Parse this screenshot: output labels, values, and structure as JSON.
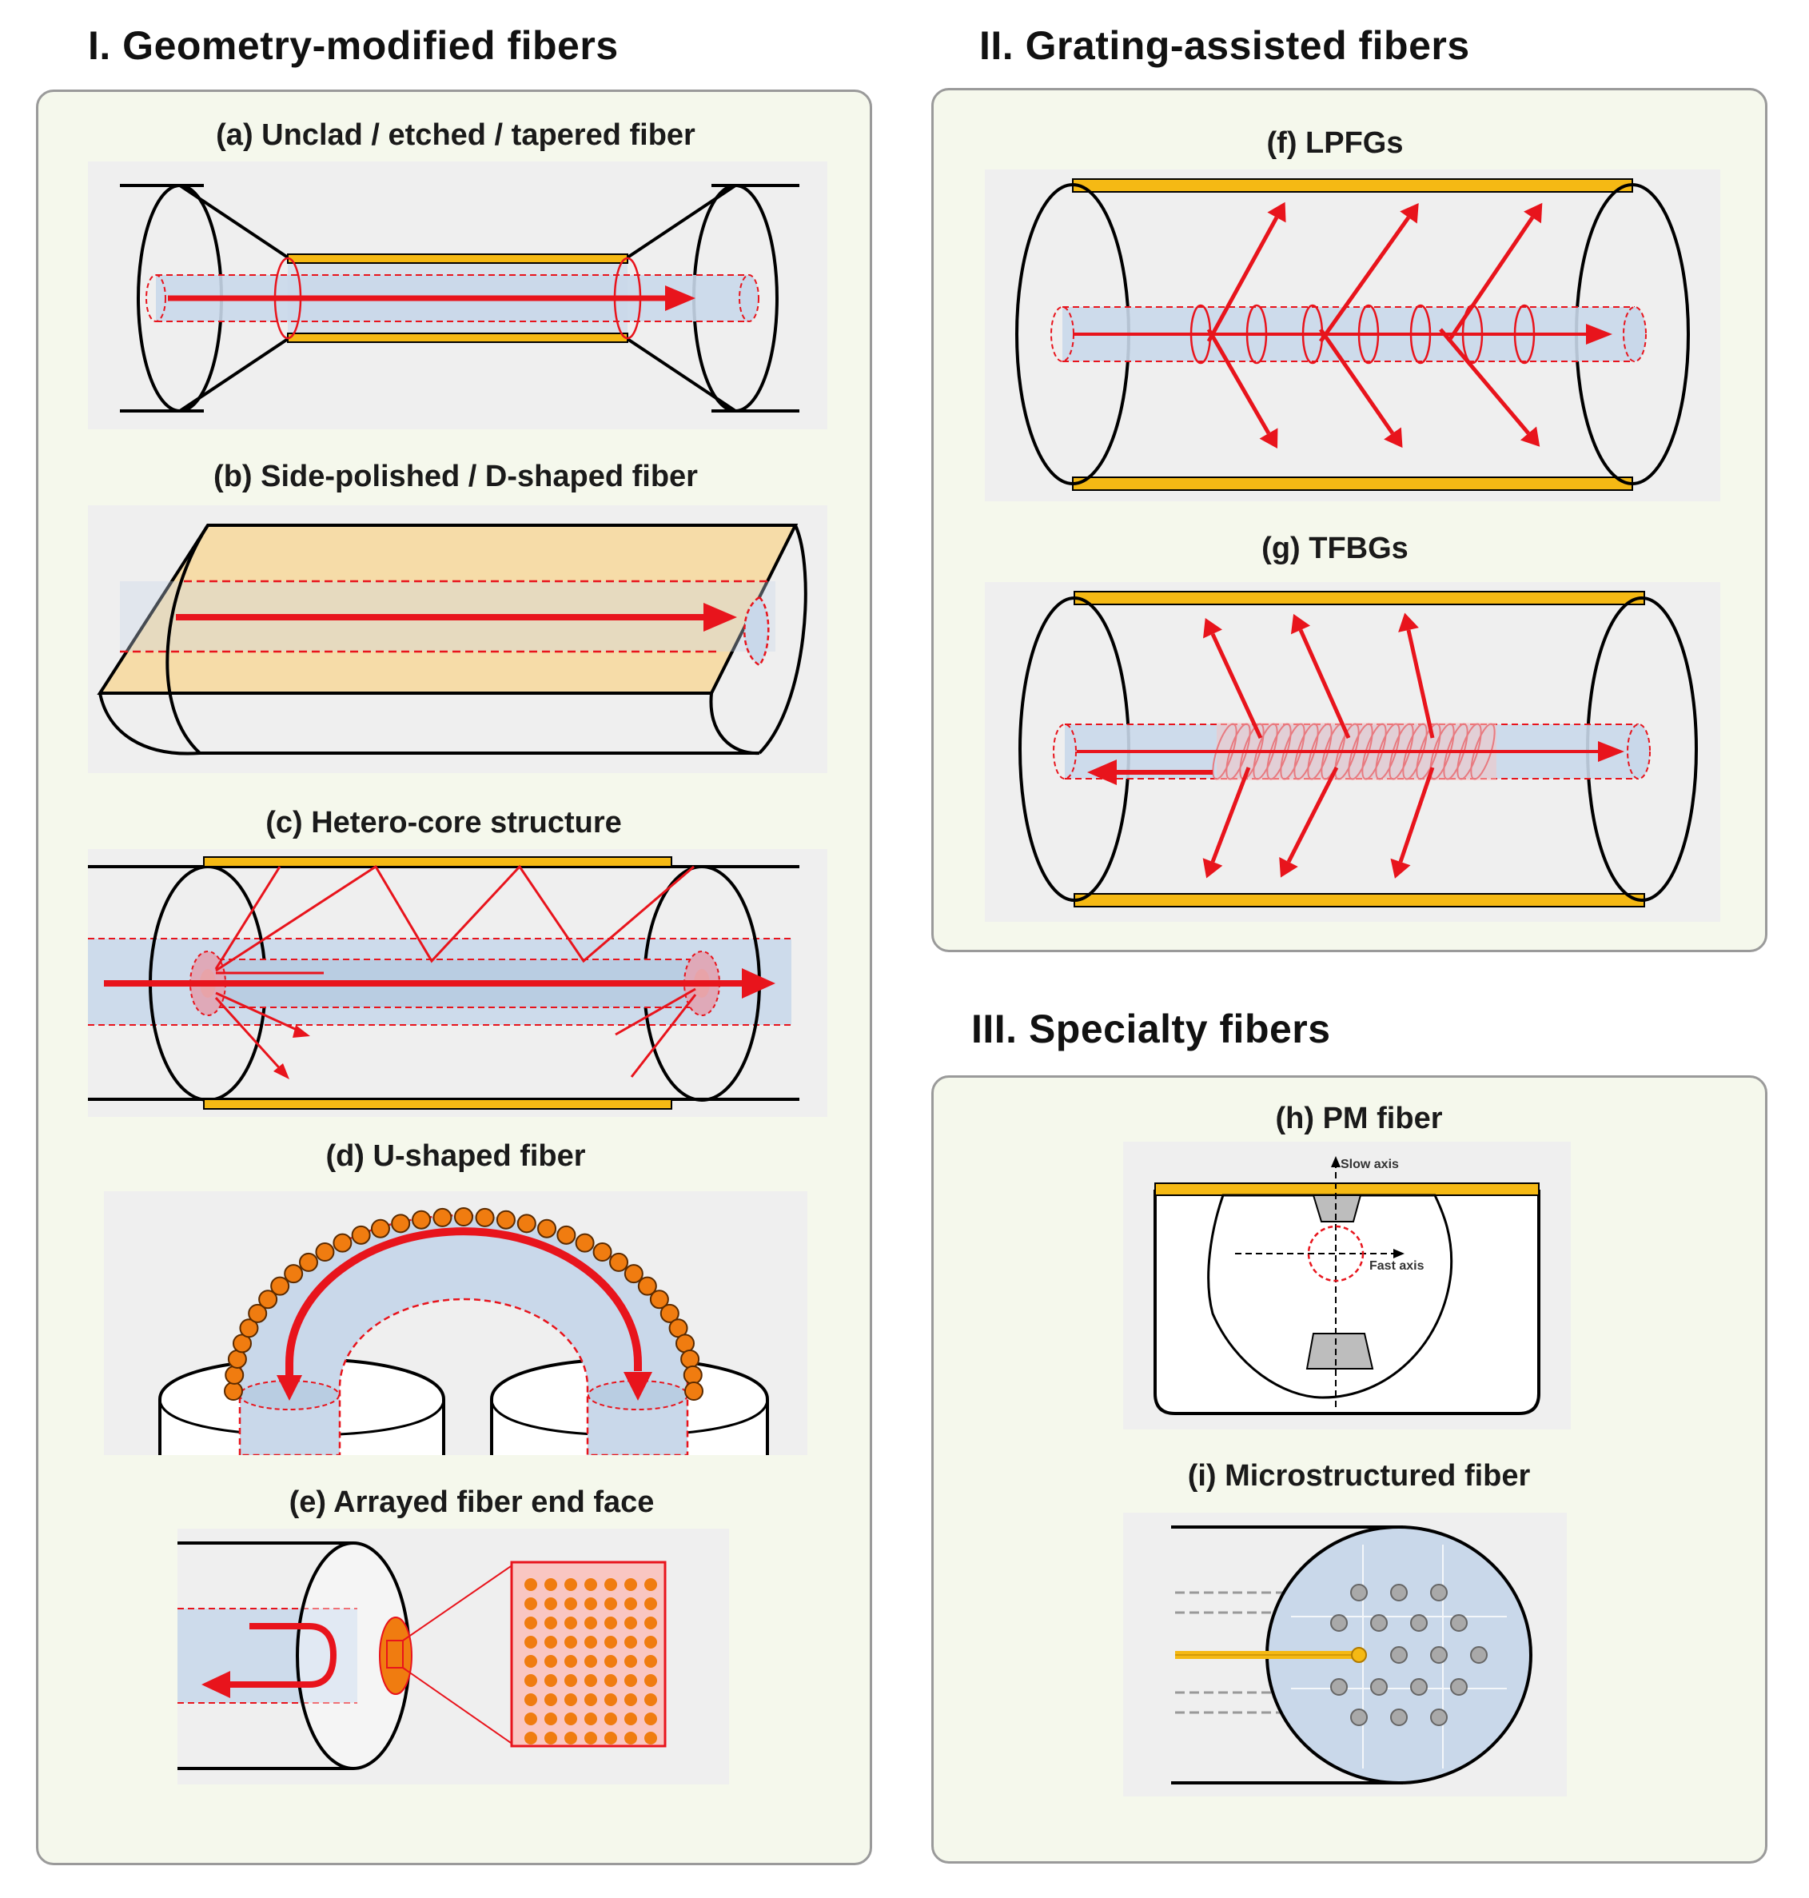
{
  "sections": {
    "geometry": {
      "title": "I. Geometry-modified fibers"
    },
    "grating": {
      "title": "II. Grating-assisted fibers"
    },
    "specialty": {
      "title": "III. Specialty fibers"
    }
  },
  "figures": {
    "a": {
      "title": "(a) Unclad / etched / tapered fiber"
    },
    "b": {
      "title": "(b) Side-polished / D-shaped fiber"
    },
    "c": {
      "title": "(c) Hetero-core structure"
    },
    "d": {
      "title": "(d) U-shaped fiber"
    },
    "e": {
      "title": "(e) Arrayed fiber end face"
    },
    "f": {
      "title": "(f) LPFGs"
    },
    "g": {
      "title": "(g) TFBGs"
    },
    "h": {
      "title": "(h) PM fiber",
      "slow_axis": "Slow axis",
      "fast_axis": "Fast axis"
    },
    "i": {
      "title": "(i) Microstructured fiber"
    }
  },
  "colors": {
    "panel_bg": "#f5f8ec",
    "tile_bg": "#efefef",
    "core_fill": "#c9d8ea",
    "light_red": "#e8141c",
    "gold": "#f5b914",
    "cut_face": "#f6dca8",
    "dot_orange": "#f07c10"
  }
}
